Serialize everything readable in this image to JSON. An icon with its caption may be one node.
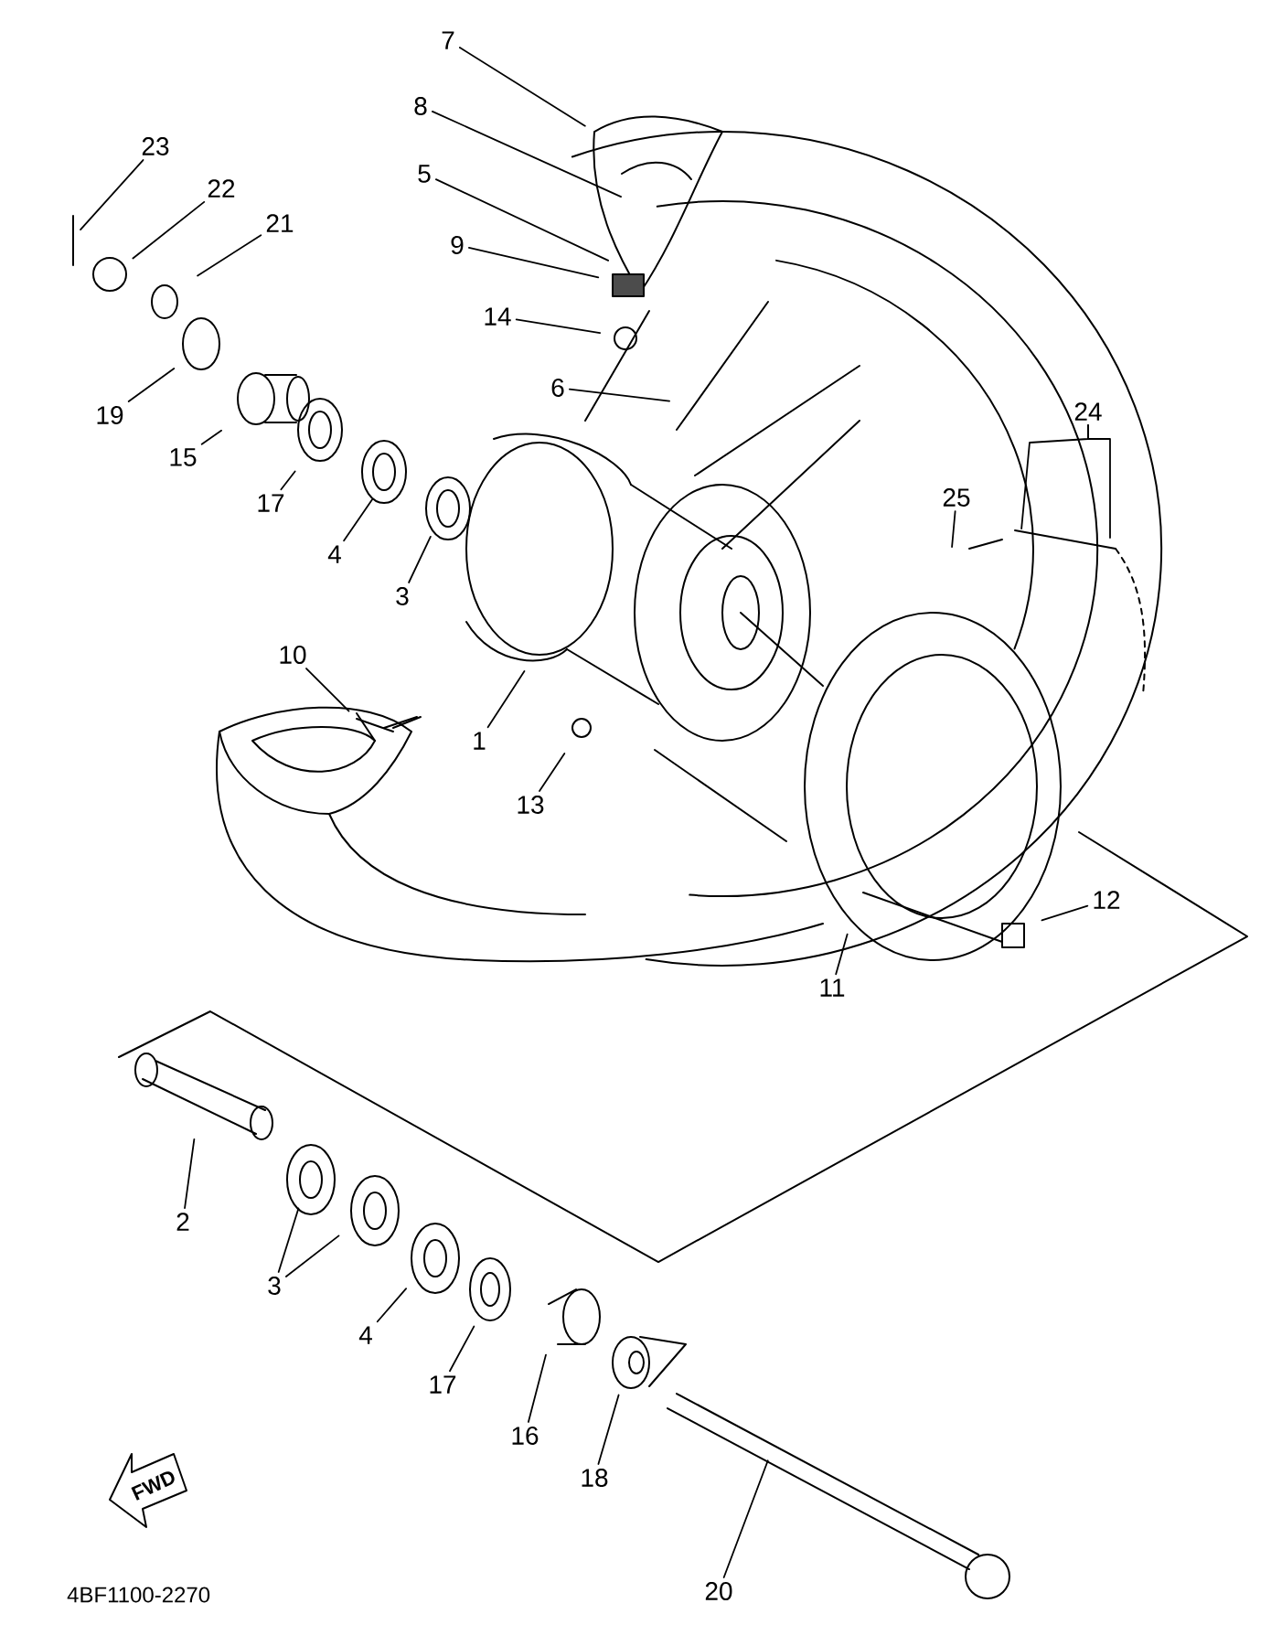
{
  "diagram": {
    "nodes": [
      {
        "text": [
          "7"
        ]
      },
      {
        "text": [
          "23"
        ]
      },
      {
        "text": [
          "8"
        ]
      },
      {
        "text": [
          "22"
        ]
      },
      {
        "text": [
          "5"
        ]
      },
      {
        "text": [
          "21"
        ]
      },
      {
        "text": [
          "9"
        ]
      },
      {
        "text": [
          "14"
        ]
      },
      {
        "text": [
          "19"
        ]
      },
      {
        "text": [
          "6"
        ]
      },
      {
        "text": [
          "15"
        ]
      },
      {
        "text": [
          "24"
        ]
      },
      {
        "text": [
          "17"
        ]
      },
      {
        "text": [
          "25"
        ]
      },
      {
        "text": [
          "4"
        ]
      },
      {
        "text": [
          "3"
        ]
      },
      {
        "text": [
          "10"
        ]
      },
      {
        "text": [
          "1"
        ]
      },
      {
        "text": [
          "13"
        ]
      },
      {
        "text": [
          "12"
        ]
      },
      {
        "text": [
          "11"
        ]
      },
      {
        "text": [
          "2"
        ]
      },
      {
        "text": [
          "3"
        ]
      },
      {
        "text": [
          "4"
        ]
      },
      {
        "text": [
          "17"
        ]
      },
      {
        "text": [
          "16"
        ]
      },
      {
        "text": [
          "18"
        ]
      },
      {
        "text": [
          "20"
        ]
      }
    ],
    "edges": [
      {
        "from": 0,
        "to": null,
        "arrow": "none"
      },
      {
        "from": 1,
        "to": null,
        "arrow": "none"
      },
      {
        "from": 2,
        "to": null,
        "arrow": "none"
      },
      {
        "from": 3,
        "to": null,
        "arrow": "none"
      },
      {
        "from": 4,
        "to": null,
        "arrow": "none"
      },
      {
        "from": 5,
        "to": null,
        "arrow": "none"
      },
      {
        "from": 6,
        "to": null,
        "arrow": "none"
      },
      {
        "from": 7,
        "to": null,
        "arrow": "none"
      },
      {
        "from": 8,
        "to": null,
        "arrow": "none"
      },
      {
        "from": 9,
        "to": null,
        "arrow": "none"
      },
      {
        "from": 10,
        "to": null,
        "arrow": "none"
      },
      {
        "from": 11,
        "to": null,
        "arrow": "none"
      },
      {
        "from": 11,
        "to": null,
        "arrow": "none"
      },
      {
        "from": 12,
        "to": null,
        "arrow": "none"
      },
      {
        "from": 13,
        "to": null,
        "arrow": "none"
      },
      {
        "from": 14,
        "to": null,
        "arrow": "none"
      },
      {
        "from": 15,
        "to": null,
        "arrow": "none"
      },
      {
        "from": 16,
        "to": null,
        "arrow": "none"
      },
      {
        "from": 17,
        "to": null,
        "arrow": "none"
      },
      {
        "from": 18,
        "to": null,
        "arrow": "none"
      },
      {
        "from": 19,
        "to": null,
        "arrow": "none"
      },
      {
        "from": 20,
        "to": null,
        "arrow": "none"
      },
      {
        "from": 21,
        "to": null,
        "arrow": "none"
      },
      {
        "from": 22,
        "to": null,
        "arrow": "none"
      },
      {
        "from": 22,
        "to": null,
        "arrow": "none"
      },
      {
        "from": 23,
        "to": null,
        "arrow": "none"
      },
      {
        "from": 24,
        "to": null,
        "arrow": "none"
      },
      {
        "from": 25,
        "to": null,
        "arrow": "none"
      },
      {
        "from": 26,
        "to": null,
        "arrow": "none"
      },
      {
        "from": 27,
        "to": null,
        "arrow": "none"
      }
    ],
    "labels": [
      "FWD",
      "4BF1100-2270"
    ]
  }
}
